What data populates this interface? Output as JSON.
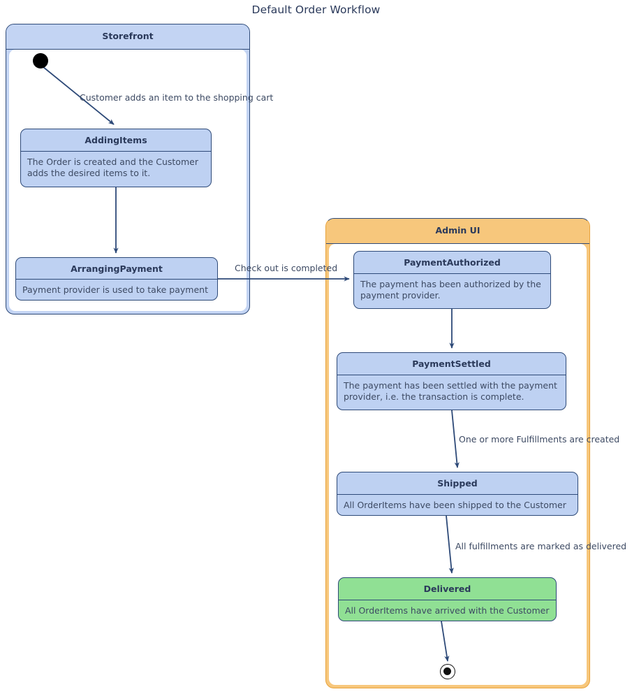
{
  "diagram": {
    "title": "Default Order Workflow",
    "type": "uml-state-machine",
    "colors": {
      "title_text": "#2b3a5b",
      "state_fill": "#bed1f2",
      "state_border": "#2e4a78",
      "storefront_fill": "#c3d4f3",
      "adminui_fill": "#f7c77c",
      "adminui_border": "#e8a33d",
      "delivered_fill": "#90e094",
      "edge": "#2e4a78",
      "label_text": "#3d4a63"
    }
  },
  "containers": [
    {
      "id": "storefront",
      "label": "Storefront",
      "fill": "#c3d4f3"
    },
    {
      "id": "adminui",
      "label": "Admin UI",
      "fill": "#f7c77c"
    }
  ],
  "states": [
    {
      "id": "addingitems",
      "container": "storefront",
      "name": "AddingItems",
      "description": "The Order is created and the Customer adds the desired items to it."
    },
    {
      "id": "arrangingpayment",
      "container": "storefront",
      "name": "ArrangingPayment",
      "description": "Payment provider is used to take payment"
    },
    {
      "id": "paymentauthorized",
      "container": "adminui",
      "name": "PaymentAuthorized",
      "description": "The payment has been authorized by the payment provider."
    },
    {
      "id": "paymentsettled",
      "container": "adminui",
      "name": "PaymentSettled",
      "description": "The payment has been settled with the payment provider, i.e. the transaction is complete."
    },
    {
      "id": "shipped",
      "container": "adminui",
      "name": "Shipped",
      "description": "All OrderItems have been shipped to the Customer"
    },
    {
      "id": "delivered",
      "container": "adminui",
      "name": "Delivered",
      "description": "All OrderItems have arrived with the Customer",
      "fill": "#90e094"
    }
  ],
  "pseudo_states": [
    {
      "id": "initial",
      "kind": "initial",
      "container": "storefront"
    },
    {
      "id": "final",
      "kind": "final",
      "container": "adminui"
    }
  ],
  "transitions": [
    {
      "id": "t1",
      "from": "initial",
      "to": "addingitems",
      "label": "Customer adds an item to the shopping cart"
    },
    {
      "id": "t2",
      "from": "addingitems",
      "to": "arrangingpayment",
      "label": ""
    },
    {
      "id": "t3",
      "from": "arrangingpayment",
      "to": "paymentauthorized",
      "label": "Check out is completed"
    },
    {
      "id": "t4",
      "from": "paymentauthorized",
      "to": "paymentsettled",
      "label": ""
    },
    {
      "id": "t5",
      "from": "paymentsettled",
      "to": "shipped",
      "label": "One or more Fulfillments are created"
    },
    {
      "id": "t6",
      "from": "shipped",
      "to": "delivered",
      "label": "All fulfillments are marked as delivered"
    },
    {
      "id": "t7",
      "from": "delivered",
      "to": "final",
      "label": ""
    }
  ]
}
